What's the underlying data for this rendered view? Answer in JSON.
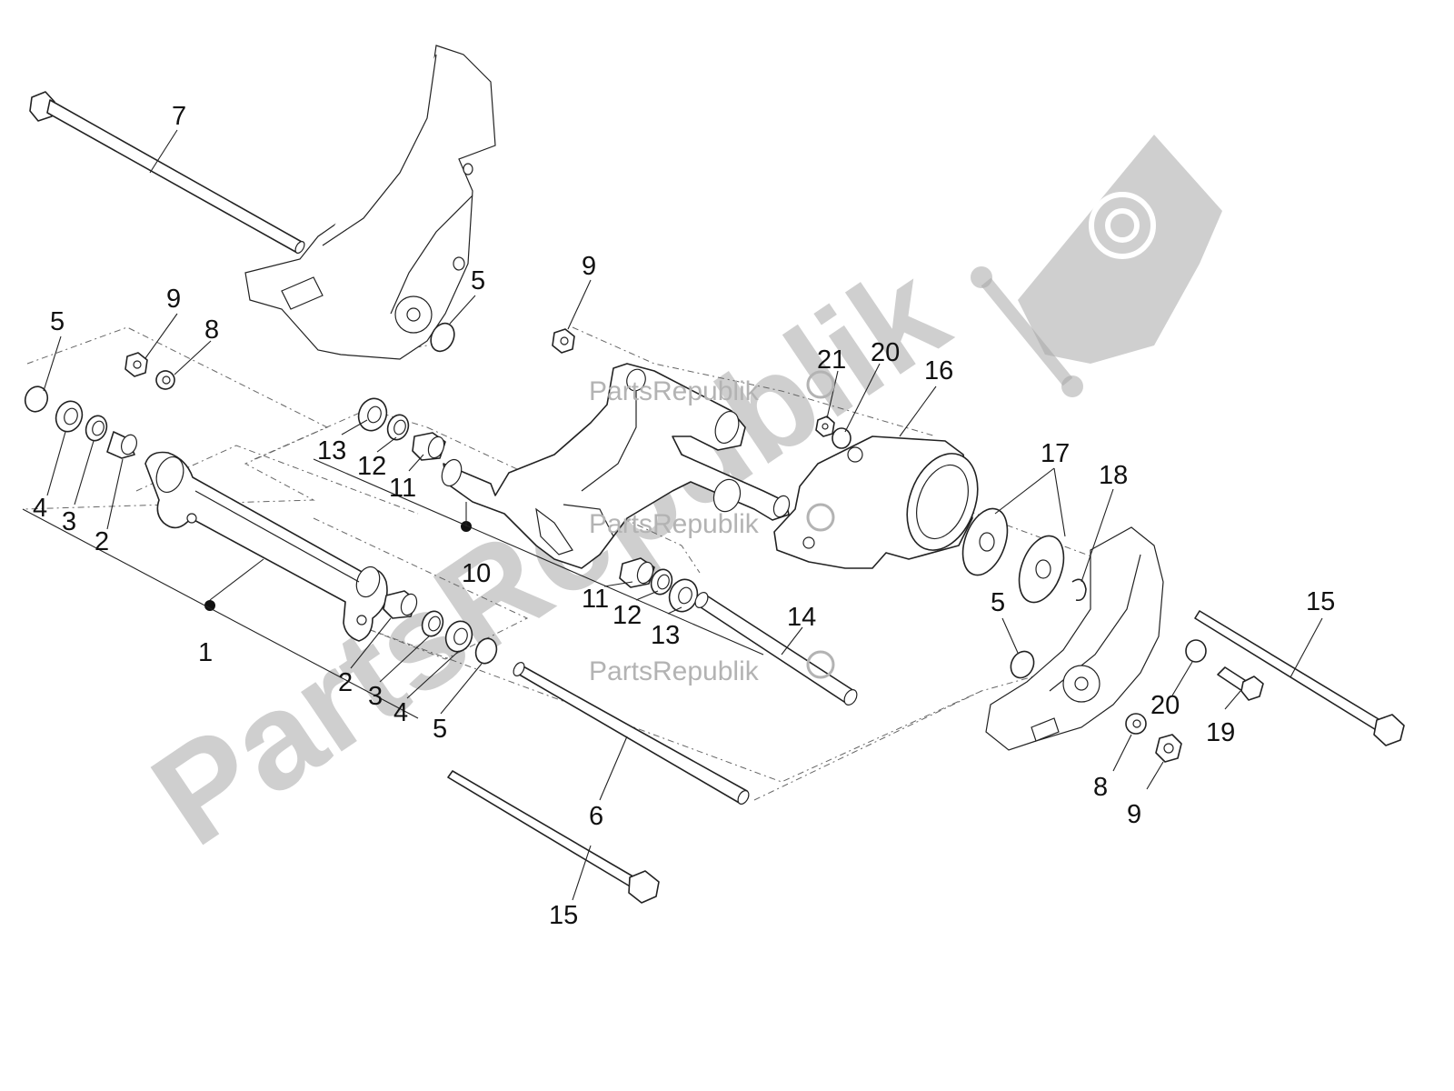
{
  "diagram": {
    "callouts": [
      {
        "id": "c7",
        "text": "7"
      },
      {
        "id": "c5a",
        "text": "5"
      },
      {
        "id": "c9a",
        "text": "9"
      },
      {
        "id": "c8a",
        "text": "8"
      },
      {
        "id": "c4a",
        "text": "4"
      },
      {
        "id": "c3a",
        "text": "3"
      },
      {
        "id": "c2a",
        "text": "2"
      },
      {
        "id": "c5b",
        "text": "5"
      },
      {
        "id": "c1",
        "text": "1"
      },
      {
        "id": "c2b",
        "text": "2"
      },
      {
        "id": "c3b",
        "text": "3"
      },
      {
        "id": "c4b",
        "text": "4"
      },
      {
        "id": "c5c",
        "text": "5"
      },
      {
        "id": "c6",
        "text": "6"
      },
      {
        "id": "c15a",
        "text": "15"
      },
      {
        "id": "c9b",
        "text": "9"
      },
      {
        "id": "c13a",
        "text": "13"
      },
      {
        "id": "c12a",
        "text": "12"
      },
      {
        "id": "c11a",
        "text": "11"
      },
      {
        "id": "c10",
        "text": "10"
      },
      {
        "id": "c11b",
        "text": "11"
      },
      {
        "id": "c12b",
        "text": "12"
      },
      {
        "id": "c13b",
        "text": "13"
      },
      {
        "id": "c14",
        "text": "14"
      },
      {
        "id": "c21",
        "text": "21"
      },
      {
        "id": "c20a",
        "text": "20"
      },
      {
        "id": "c16",
        "text": "16"
      },
      {
        "id": "c17",
        "text": "17"
      },
      {
        "id": "c18",
        "text": "18"
      },
      {
        "id": "c5d",
        "text": "5"
      },
      {
        "id": "c15b",
        "text": "15"
      },
      {
        "id": "c20b",
        "text": "20"
      },
      {
        "id": "c19",
        "text": "19"
      },
      {
        "id": "c8b",
        "text": "8"
      },
      {
        "id": "c9c",
        "text": "9"
      }
    ]
  },
  "watermark": {
    "big_text": "PartsRepublik",
    "small_text": "PartsRepublik",
    "gear_icon": "gear-icon",
    "color": "#a8a8a8"
  }
}
